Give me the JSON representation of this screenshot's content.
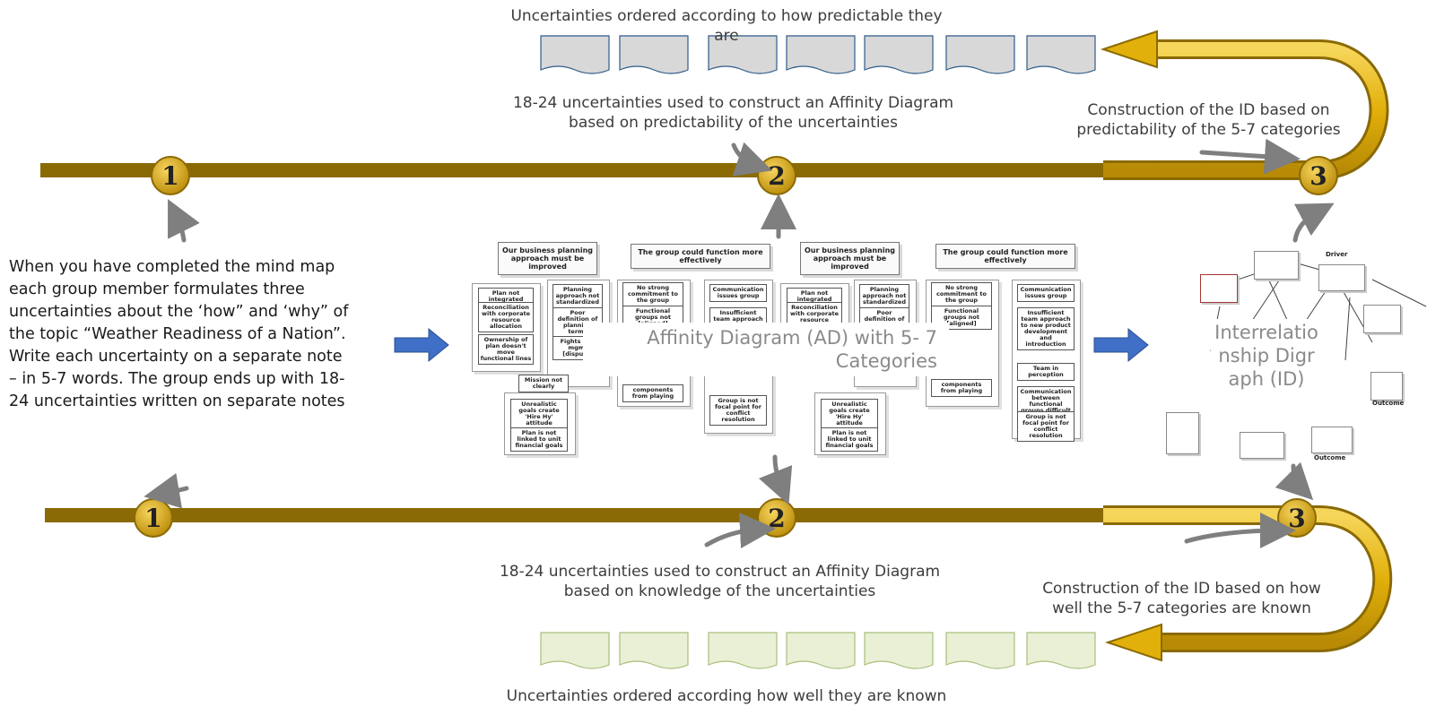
{
  "top_caption": "Uncertainties ordered according to how predictable they are",
  "bottom_caption": "Uncertainties ordered according how well they are known",
  "top_step2_text": "18-24 uncertainties used to construct an Affinity Diagram based on predictability of the uncertainties",
  "top_step3_text": "Construction of the ID based on predictability of the 5-7 categories",
  "bottom_step2_text": "18-24 uncertainties used to construct an Affinity Diagram based on knowledge of the uncertainties",
  "bottom_step3_text": "Construction of the ID based on how well the 5-7 categories are known",
  "intro_text": "When you have completed the mind map each group member formulates three uncertainties about the ‘how” and ‘why” of the topic “Weather Readiness of a Nation”. Write each uncertainty on a separate note – in 5-7 words. The group ends up with 18-24 uncertainties written on separate notes",
  "ad_label": "Affinity Diagram (AD) with 5- 7 Categories",
  "id_label": "Interrelationship Digraph (ID)",
  "nodes": {
    "n1": "1",
    "n2": "2",
    "n3": "3"
  },
  "ad_headers": [
    "Our business planning approach must be improved",
    "The group could function more effectively",
    "Our business planning approach must be improved",
    "The group could function more effectively"
  ],
  "ad_cards": {
    "plan_not_integrated": "Plan not integrated",
    "reconciliation": "Reconciliation with corporate resource allocation",
    "ownership": "Ownership of plan doesn't move functional lines",
    "planning_approach": "Planning approach not standardized",
    "poor_definition": "Poor definition of planning terms",
    "fights": "Fights and mgmt [dispute]",
    "no_commitment": "No strong commitment to the group",
    "functional_groups": "Functional groups not [aligned]",
    "components": "components from playing",
    "communication_issue": "Communication issues group",
    "insufficient": "Insufficient team approach to new product development and introduction",
    "team_perception": "Team in perception",
    "comm_between": "Communication between functional groups difficult",
    "group_not_focal": "Group is not focal point for conflict resolution",
    "unrealistic": "Unrealistic goals create 'Hire Hy' attitude",
    "plan_not_linked": "Plan is not linked to unit financial goals",
    "mission": "Mission not clearly"
  },
  "id_boxes": {
    "driver": "Driver",
    "outcome": "Outcome"
  },
  "colors": {
    "track_fill": "#e6b609",
    "track_edge": "#8a6a05",
    "node_fill": "#d9a60c",
    "blue_arrow": "#3f6fc6",
    "gray_arrow": "#7f7f7f",
    "note_top_fill": "#d8d8d8",
    "note_top_edge": "#2e5c8a",
    "note_bottom_fill": "#e9f0d6",
    "note_bottom_edge": "#a9bf7a"
  }
}
